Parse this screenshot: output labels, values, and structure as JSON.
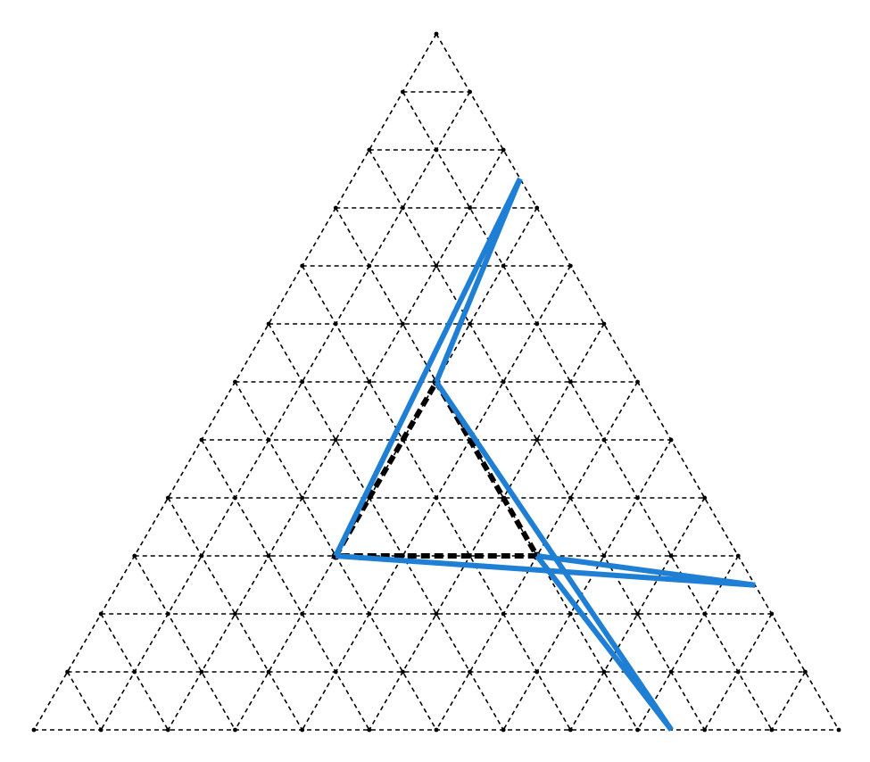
{
  "lattice": {
    "subdivisions": 12,
    "line_style": "dashed",
    "line_color": "#000000"
  },
  "inner_triangle": {
    "vertices_barycentric": [
      [
        0.25,
        0.25,
        0.5
      ],
      [
        0.25,
        0.5,
        0.25
      ],
      [
        0.5,
        0.25,
        0.25
      ]
    ],
    "line_style": "dashed",
    "color": "#000000"
  },
  "spikes": {
    "color": "#1f7fd4",
    "tips_barycentric": [
      [
        0.208,
        0.0,
        0.792
      ],
      [
        0.792,
        0.0,
        0.208
      ],
      [
        0.0,
        0.208,
        0.792
      ]
    ],
    "edges": [
      {
        "from": "tip0",
        "to": "inner0"
      },
      {
        "from": "tip0",
        "to": "inner1"
      },
      {
        "from": "tip1",
        "to": "inner1"
      },
      {
        "from": "tip1",
        "to": "inner2"
      },
      {
        "from": "tip2",
        "to": "inner2"
      },
      {
        "from": "tip2",
        "to": "inner0"
      }
    ]
  }
}
